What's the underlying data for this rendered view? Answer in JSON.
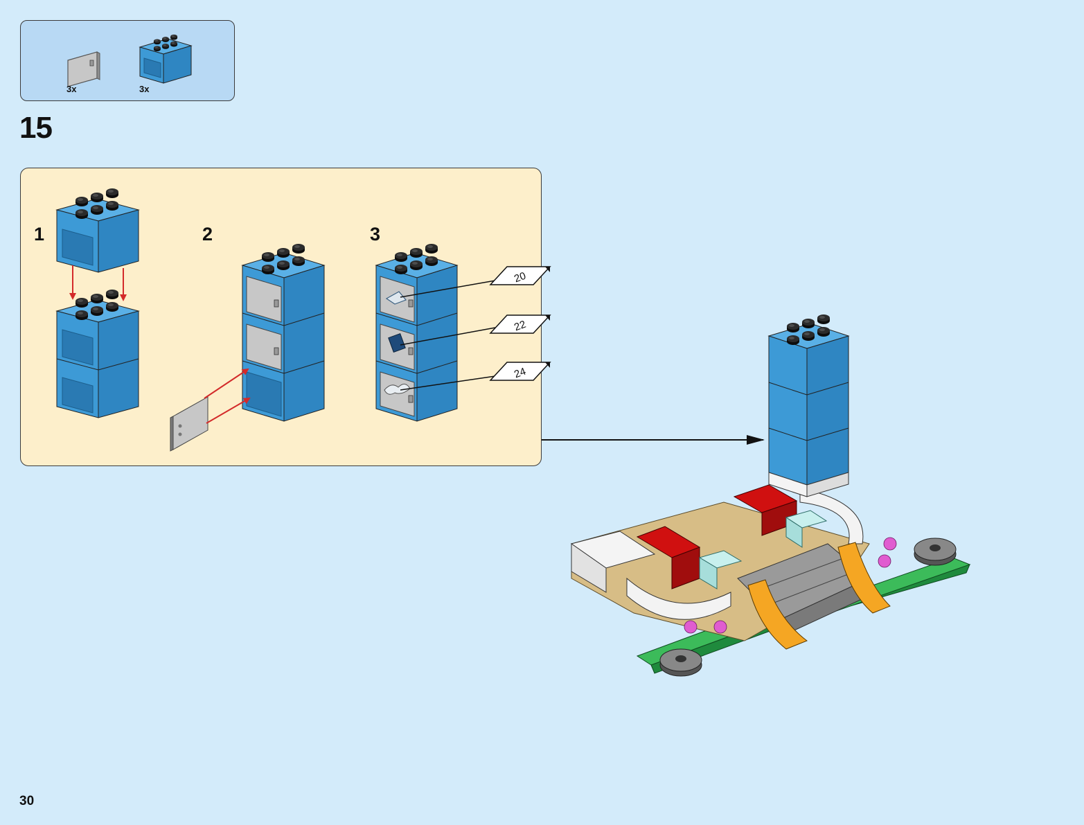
{
  "parts": [
    {
      "name": "door-panel",
      "qty": "3x"
    },
    {
      "name": "blue-frame-brick",
      "qty": "3x"
    }
  ],
  "step": {
    "number": "15"
  },
  "substeps": [
    {
      "number": "1"
    },
    {
      "number": "2"
    },
    {
      "number": "3",
      "stickers": [
        "20",
        "22",
        "24"
      ]
    }
  ],
  "page_number": "30",
  "colors": {
    "background": "#d3ebfa",
    "parts_box": "#b8d9f4",
    "substep_box": "#fdefcb",
    "brick_blue": "#3d9ad6",
    "arrow_red": "#d32a2a"
  }
}
